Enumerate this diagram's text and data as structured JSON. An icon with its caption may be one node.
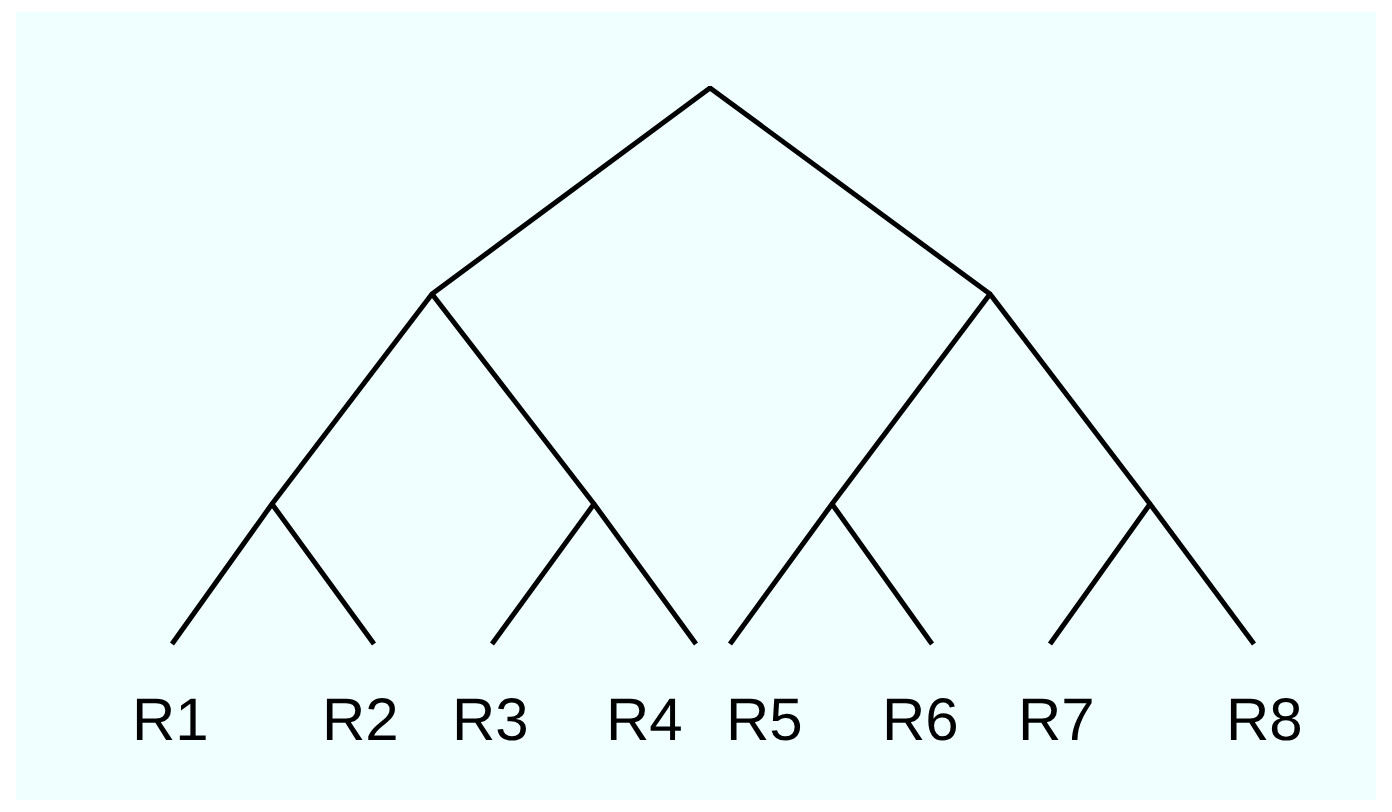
{
  "diagram": {
    "nodes": [
      {
        "text": [],
        "shape": "point"
      },
      {
        "text": [],
        "shape": "point"
      },
      {
        "text": [],
        "shape": "point"
      },
      {
        "text": [],
        "shape": "point"
      },
      {
        "text": [],
        "shape": "point"
      },
      {
        "text": [],
        "shape": "point"
      },
      {
        "text": [],
        "shape": "point"
      },
      {
        "text": [
          "R1"
        ]
      },
      {
        "text": [
          "R2"
        ]
      },
      {
        "text": [
          "R3"
        ]
      },
      {
        "text": [
          "R4"
        ]
      },
      {
        "text": [
          "R5"
        ]
      },
      {
        "text": [
          "R6"
        ]
      },
      {
        "text": [
          "R7"
        ]
      },
      {
        "text": [
          "R8"
        ]
      }
    ],
    "edges": [
      {
        "from": 0,
        "to": 1,
        "arrow": "none"
      },
      {
        "from": 0,
        "to": 2,
        "arrow": "none"
      },
      {
        "from": 1,
        "to": 3,
        "arrow": "none"
      },
      {
        "from": 1,
        "to": 4,
        "arrow": "none"
      },
      {
        "from": 2,
        "to": 5,
        "arrow": "none"
      },
      {
        "from": 2,
        "to": 6,
        "arrow": "none"
      },
      {
        "from": 3,
        "to": 7,
        "arrow": "none"
      },
      {
        "from": 3,
        "to": 8,
        "arrow": "none"
      },
      {
        "from": 4,
        "to": 9,
        "arrow": "none"
      },
      {
        "from": 4,
        "to": 10,
        "arrow": "none"
      },
      {
        "from": 5,
        "to": 11,
        "arrow": "none"
      },
      {
        "from": 5,
        "to": 12,
        "arrow": "none"
      },
      {
        "from": 6,
        "to": 13,
        "arrow": "none"
      },
      {
        "from": 6,
        "to": 14,
        "arrow": "none"
      }
    ]
  }
}
